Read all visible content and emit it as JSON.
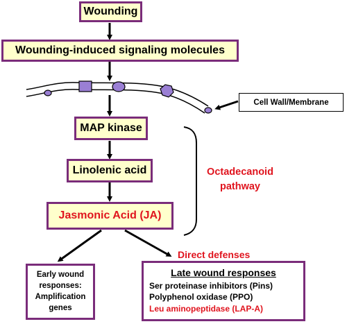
{
  "boxes": {
    "wounding": "Wounding",
    "signaling": "Wounding-induced signaling molecules",
    "map_kinase": "MAP kinase",
    "linolenic": "Linolenic acid",
    "jasmonic": "Jasmonic Acid (JA)"
  },
  "cell_wall_label": "Cell Wall/Membrane",
  "octadecanoid": {
    "line1": "Octadecanoid",
    "line2": "pathway"
  },
  "direct_defenses": "Direct defenses",
  "early": {
    "line1": "Early wound",
    "line2": "responses:",
    "line3": "Amplification",
    "line4": "genes"
  },
  "late": {
    "title": "Late wound responses",
    "items": [
      "Ser proteinase inhibitors (Pins)",
      "Polyphenol oxidase (PPO)",
      "Leu aminopeptidase (LAP-A)"
    ]
  },
  "colors": {
    "border": "#7a2c7a",
    "box_fill": "#ffffcc",
    "red": "#e0141e",
    "membrane_shape": "#9a7fd4"
  }
}
